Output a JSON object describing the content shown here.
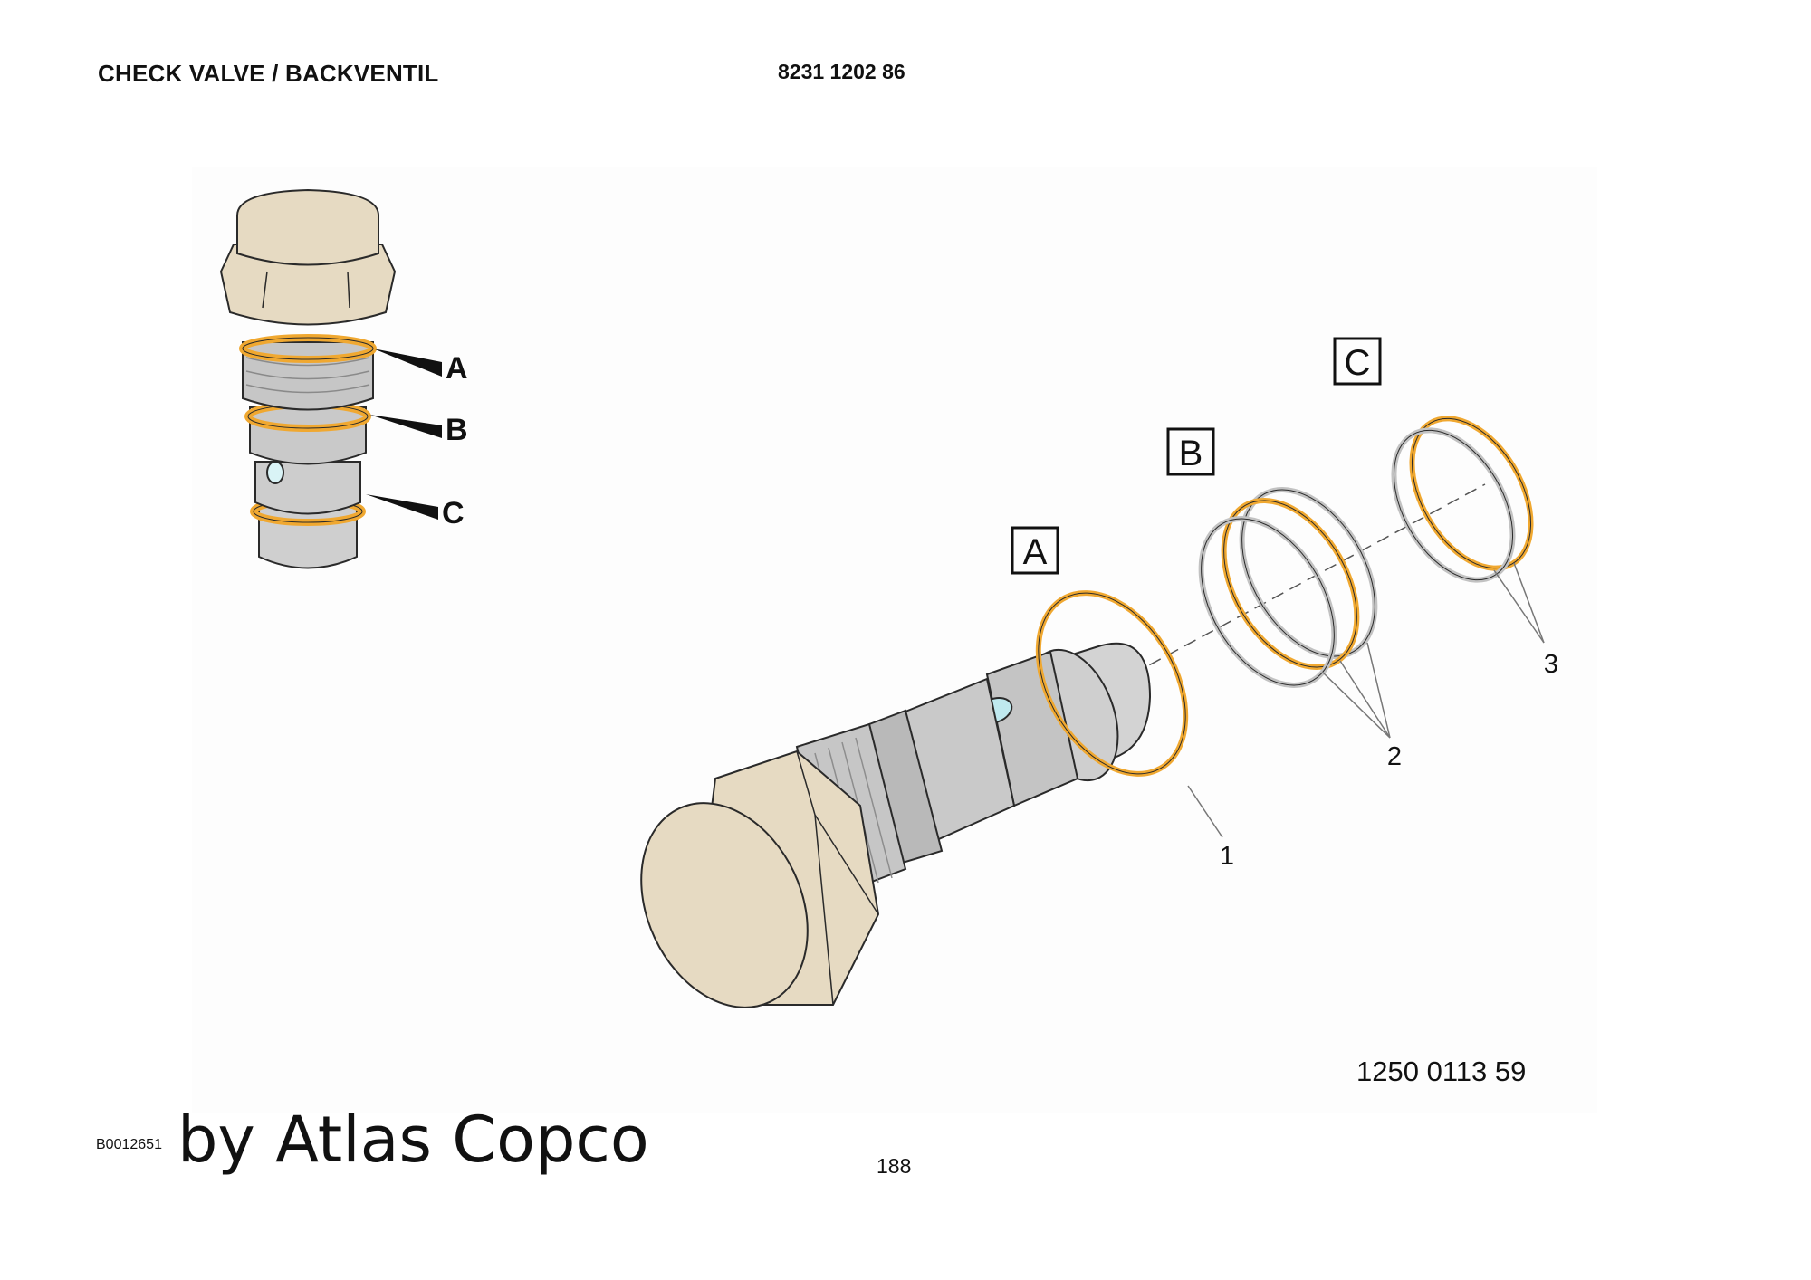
{
  "header": {
    "title": "CHECK VALVE / BACKVENTIL",
    "part_number": "8231 1202 86"
  },
  "overview": {
    "labels": [
      "A",
      "B",
      "C"
    ]
  },
  "exploded_view": {
    "boxed_labels": [
      "A",
      "B",
      "C"
    ],
    "callouts": [
      "1",
      "2",
      "3"
    ],
    "drawing_number": "1250 0113 59"
  },
  "footer": {
    "reference_code": "B0012651",
    "watermark": "by Atlas Copco",
    "page_number": "188"
  },
  "colors": {
    "oring": "#f0a830",
    "metal": "#cfcfcf",
    "cap": "#e6dac2",
    "outline": "#2a2a2a"
  }
}
